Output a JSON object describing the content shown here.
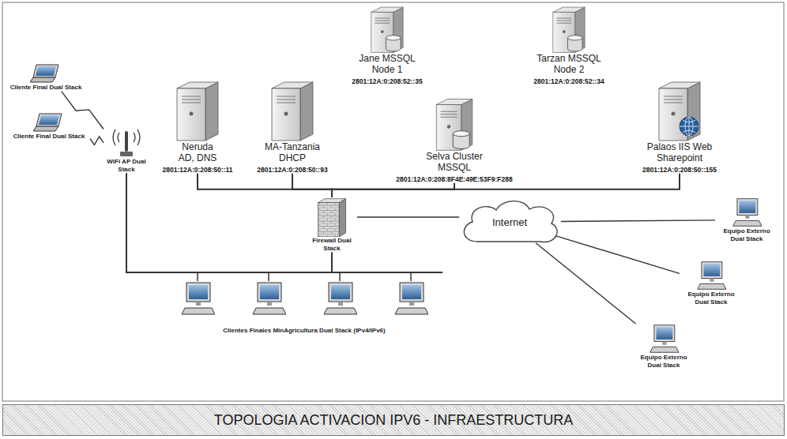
{
  "diagram": {
    "title": "TOPOLOGIA ACTIVACION IPV6 - INFRAESTRUCTURA",
    "nodes": [
      {
        "text": [
          "Jane MSSQL Node 1",
          "2801:12A:0:208:52::35"
        ]
      },
      {
        "text": [
          "Tarzan MSSQL Node 2",
          "2801:12A:0:208:52::34"
        ]
      },
      {
        "text": [
          "Cliente Final Dual Stack"
        ]
      },
      {
        "text": [
          "Neruda AD, DNS",
          "2801:12A:0:208:50::11"
        ]
      },
      {
        "text": [
          "MA-Tanzania DHCP",
          "2801:12A:0:208:50::93"
        ]
      },
      {
        "text": [
          "Selva Cluster MSSQL",
          "2801:12A:0:208:8F4E:49E:53F9:F288"
        ]
      },
      {
        "text": [
          "Palaos IIS Web Sharepoint",
          "2801:12A:0:208:50::155"
        ]
      },
      {
        "text": [
          "Cliente Final Dual Stack"
        ]
      },
      {
        "text": [
          "WiFi AP Dual Stack"
        ]
      },
      {
        "text": [
          "Firewall Dual Stack"
        ]
      },
      {
        "text": [
          "Internet"
        ]
      },
      {
        "text": [
          "Equipo Externo Dual Stack"
        ]
      },
      {
        "text": [
          "Equipo Externo Dual Stack"
        ]
      },
      {
        "text": [
          "Equipo Externo Dual Stack"
        ]
      }
    ],
    "edges": [
      {
        "from": 3,
        "to": 9,
        "arrow": "none"
      },
      {
        "from": 4,
        "to": 9,
        "arrow": "none"
      },
      {
        "from": 5,
        "to": 9,
        "arrow": "none"
      },
      {
        "from": 6,
        "to": 9,
        "arrow": "none"
      },
      {
        "from": 2,
        "to": 8,
        "arrow": "none"
      },
      {
        "from": 7,
        "to": 8,
        "arrow": "none"
      },
      {
        "from": 8,
        "to": 9,
        "arrow": "none"
      },
      {
        "from": 9,
        "to": 10,
        "arrow": "none"
      },
      {
        "from": 10,
        "to": 11,
        "arrow": "none"
      },
      {
        "from": 10,
        "to": 12,
        "arrow": "none"
      },
      {
        "from": 10,
        "to": 13,
        "arrow": "none"
      }
    ],
    "labels": [
      "Clientes Finales MinAgricultura Dual Stack (IPv4/IPv6)"
    ]
  }
}
